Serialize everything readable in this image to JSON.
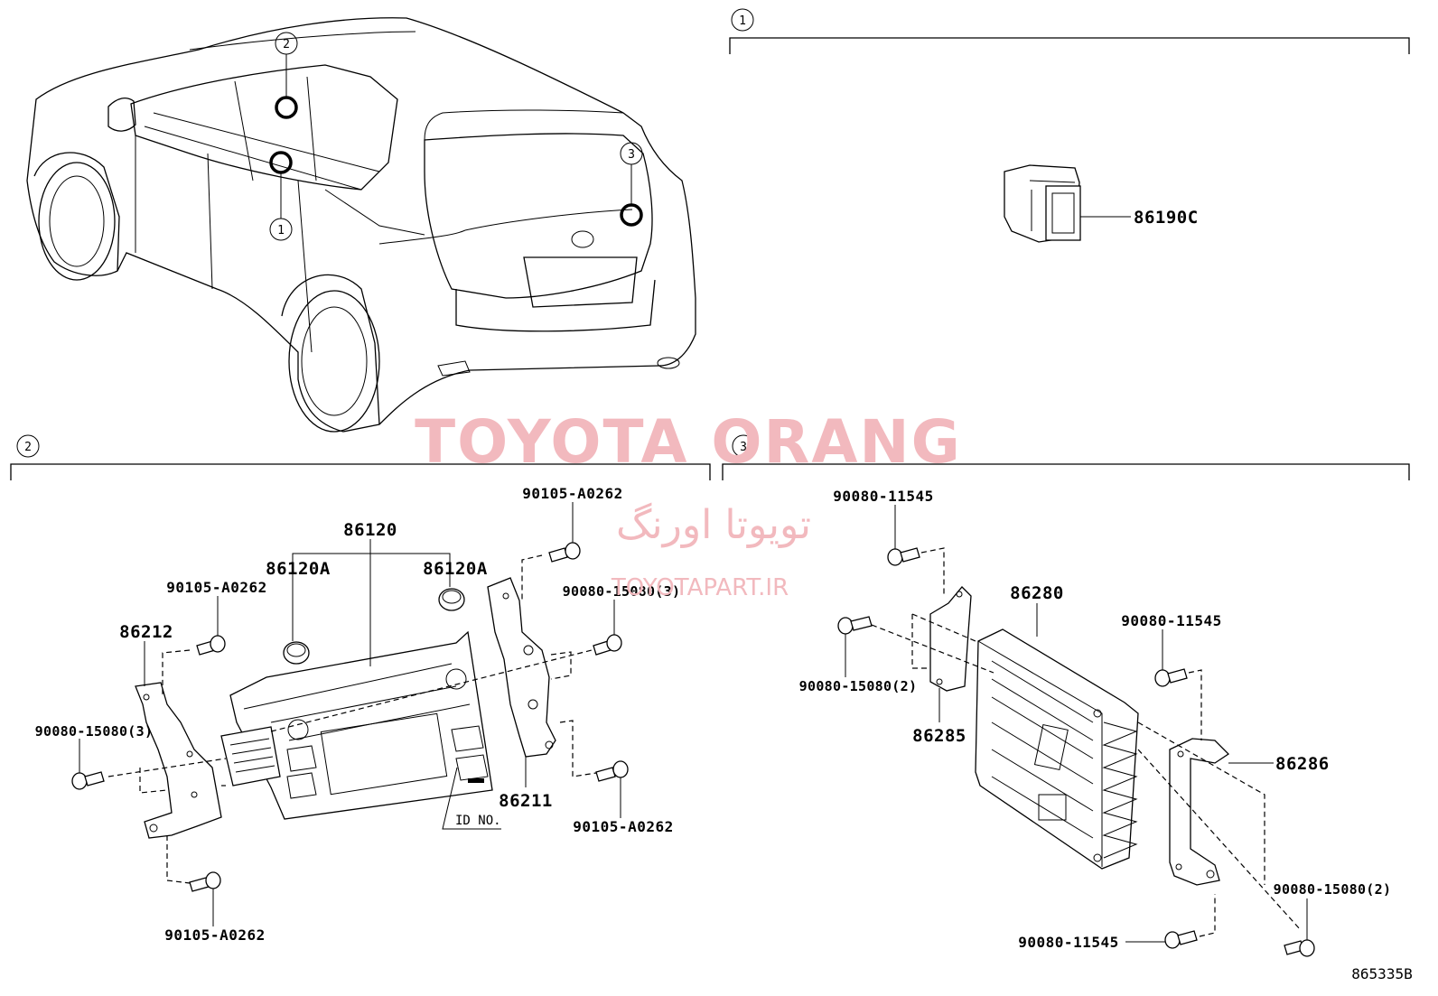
{
  "watermark": {
    "brand": "TOYOTA ORANG",
    "brand_fa": "تویوتا اورنگ",
    "site": "TOYOTAPART.IR",
    "color": "#f2b9be"
  },
  "figure_id": "865335B",
  "sections": [
    {
      "number": "1",
      "parts": [
        {
          "label": "86190C"
        }
      ]
    },
    {
      "number": "2",
      "parts": [
        {
          "label": "86120"
        },
        {
          "label": "86120A"
        },
        {
          "label": "86120A"
        },
        {
          "label": "86212"
        },
        {
          "label": "86211"
        },
        {
          "label": "90105-A0262"
        },
        {
          "label": "90105-A0262"
        },
        {
          "label": "90105-A0262"
        },
        {
          "label": "90105-A0262"
        },
        {
          "label": "90080-15080(3)"
        },
        {
          "label": "90080-15080(3)"
        },
        {
          "label": "ID NO."
        }
      ]
    },
    {
      "number": "3",
      "parts": [
        {
          "label": "86280"
        },
        {
          "label": "86285"
        },
        {
          "label": "86286"
        },
        {
          "label": "90080-11545"
        },
        {
          "label": "90080-11545"
        },
        {
          "label": "90080-11545"
        },
        {
          "label": "90080-15080(2)"
        },
        {
          "label": "90080-15080(2)"
        }
      ]
    }
  ],
  "car_callouts": [
    "2",
    "1",
    "3"
  ]
}
